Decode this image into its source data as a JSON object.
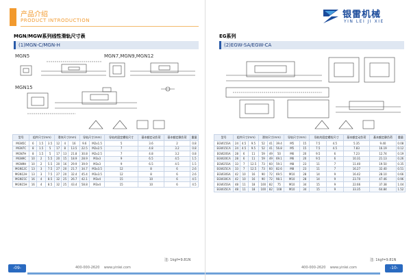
{
  "header": {
    "cn": "产品介绍",
    "en": "PRODUCT INTRODUCTION"
  },
  "brand": {
    "cn": "银雷机械",
    "pinyin": "YIN LEI JI XIE",
    "accent": "#1a4a9a"
  },
  "left": {
    "section_title": "MGN/MGW系列线性滑轨尺寸表",
    "subsection": "(1)MGN-C/MGN-H",
    "labels": {
      "mgn5": "MGN5",
      "mgn7": "MGN7,MGN9,MGN12",
      "mgn15": "MGN15"
    },
    "table": {
      "head1": [
        "型号",
        "组件尺寸(mm)",
        "滑块尺寸(mm)",
        "导轨尺寸(mm)",
        "导轨的固定螺栓尺寸",
        "基本额定动负荷",
        "基本额定静负荷",
        "容许静力矩",
        "重量"
      ],
      "rows": [
        [
          "MGN5C",
          "6",
          "1.5",
          "3.5",
          "12",
          "4",
          "16",
          "9.6",
          "M2x1.5",
          "5",
          "3.6",
          "2",
          "0.8"
        ],
        [
          "MGN7C",
          "8",
          "1.5",
          "5",
          "17",
          "8",
          "13.5",
          "22.5",
          "M2x2.5",
          "7",
          "4.8",
          "3.2",
          "0.8"
        ],
        [
          "MGN7H",
          "8",
          "1.5",
          "5",
          "17",
          "13",
          "21.8",
          "30.8",
          "M2x2.5",
          "7",
          "4.8",
          "3.2",
          "0.8"
        ],
        [
          "MGN9C",
          "10",
          "2",
          "5.5",
          "20",
          "15",
          "18.9",
          "28.9",
          "M3x3",
          "9",
          "6.5",
          "4.5",
          "1.5"
        ],
        [
          "MGN9H",
          "10",
          "2",
          "5.5",
          "20",
          "16",
          "29.9",
          "39.9",
          "M3x3",
          "9",
          "6.5",
          "4.5",
          "1.5"
        ],
        [
          "MGN12C",
          "13",
          "3",
          "7.5",
          "27",
          "20",
          "21.7",
          "34.7",
          "M3x3.5",
          "12",
          "8",
          "6",
          "2.6"
        ],
        [
          "MGN12H",
          "13",
          "3",
          "7.5",
          "27",
          "20",
          "32.4",
          "45.4",
          "M3x3.5",
          "12",
          "8",
          "6",
          "2.6"
        ],
        [
          "MGN15C",
          "16",
          "4",
          "8.5",
          "32",
          "25",
          "26.7",
          "42.1",
          "M3x4",
          "15",
          "10",
          "6",
          "4.5"
        ],
        [
          "MGN15H",
          "16",
          "4",
          "8.5",
          "32",
          "25",
          "43.4",
          "58.8",
          "M3x4",
          "15",
          "10",
          "6",
          "4.5"
        ]
      ]
    },
    "note": "注: 1kgf=9.81N",
    "footer_phone": "400-000-2620",
    "footer_url": "www.yinlei.com",
    "page_no": "-09-"
  },
  "right": {
    "section_title": "EG系列",
    "subsection": "(2)EGW-SA/EGW-CA",
    "table": {
      "head1": [
        "型号",
        "组件尺寸(mm)",
        "滑块尺寸(mm)",
        "导轨尺寸(mm)",
        "导轨的固定螺栓尺寸",
        "基本额定动负荷",
        "基本额定静负荷",
        "容许静力矩",
        "重量"
      ],
      "rows": [
        [
          "EGW15SA",
          "24",
          "4.5",
          "9.5",
          "52",
          "41",
          "39.4",
          "M5",
          "15",
          "7.5",
          "4.5",
          "5.35",
          "9.40",
          "0.08"
        ],
        [
          "EGW15CA",
          "24",
          "4.5",
          "9.5",
          "52",
          "41",
          "56.8",
          "M5",
          "15",
          "7.5",
          "4.5",
          "7.83",
          "16.19",
          "0.12"
        ],
        [
          "EGW20SA",
          "28",
          "6",
          "11",
          "59",
          "49",
          "50",
          "M6",
          "20",
          "9.5",
          "6",
          "7.23",
          "12.74",
          "0.19"
        ],
        [
          "EGW20CA",
          "28",
          "6",
          "11",
          "59",
          "49",
          "69.1",
          "M6",
          "20",
          "9.5",
          "6",
          "10.31",
          "21.13",
          "0.26"
        ],
        [
          "EGW25SA",
          "33",
          "7",
          "12.5",
          "73",
          "60",
          "59.1",
          "M8",
          "23",
          "11",
          "7",
          "11.40",
          "19.50",
          "0.35"
        ],
        [
          "EGW25CA",
          "33",
          "7",
          "12.5",
          "73",
          "60",
          "82.6",
          "M8",
          "23",
          "11",
          "7",
          "16.27",
          "32.40",
          "0.51"
        ],
        [
          "EGW30SA",
          "42",
          "10",
          "16",
          "90",
          "72",
          "69.5",
          "M10",
          "28",
          "14",
          "9",
          "16.42",
          "28.10",
          "0.66"
        ],
        [
          "EGW30CA",
          "42",
          "10",
          "16",
          "90",
          "72",
          "98.1",
          "M10",
          "28",
          "14",
          "9",
          "23.70",
          "47.46",
          "0.96"
        ],
        [
          "EGW35SA",
          "48",
          "11",
          "18",
          "100",
          "82",
          "75",
          "M10",
          "34",
          "15",
          "9",
          "22.66",
          "37.38",
          "1.04"
        ],
        [
          "EGW35CA",
          "48",
          "11",
          "18",
          "100",
          "82",
          "108",
          "M10",
          "34",
          "15",
          "9",
          "33.35",
          "64.84",
          "1.52"
        ]
      ]
    },
    "note": "注: 1kgf=9.81N",
    "footer_phone": "400-000-2620",
    "footer_url": "www.yinlei.com",
    "page_no": "-10-"
  },
  "colors": {
    "orange": "#f29a2e",
    "blue": "#2a6ac0"
  }
}
